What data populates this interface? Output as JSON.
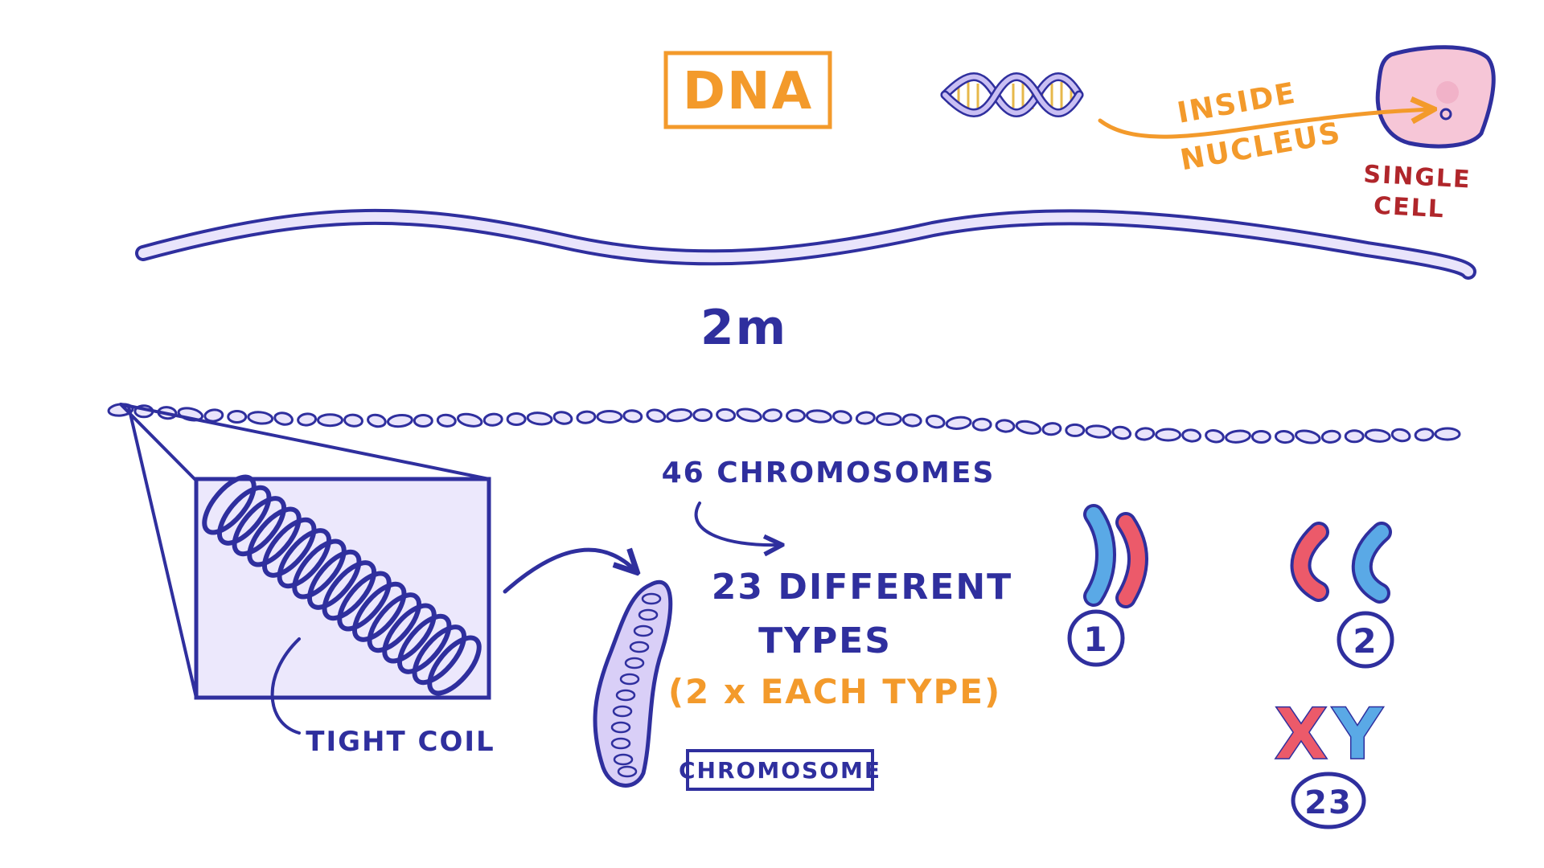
{
  "title": "DNA",
  "labels": {
    "inside_nucleus_1": "INSIDE",
    "inside_nucleus_2": "NUCLEUS",
    "single_cell_1": "SINGLE",
    "single_cell_2": "CELL",
    "length": "2m",
    "chromosome_count": "46 CHROMOSOMES",
    "different_types_1": "23 DIFFERENT",
    "different_types_2": "TYPES",
    "each_type": "(2 x EACH TYPE)",
    "tight_coil": "TIGHT COIL",
    "chromosome_box": "CHROMOSOME"
  },
  "pairs": [
    {
      "number": "1"
    },
    {
      "number": "2"
    },
    {
      "number": "23",
      "letters": [
        "X",
        "Y"
      ]
    }
  ],
  "colors": {
    "ink": "#2f2f9e",
    "accent_orange": "#f39a2b",
    "dark_red": "#b0262b",
    "lavender": "#e9e4fb",
    "cell_pink": "#f6c6d7",
    "chromo_blue": "#5aa9e6",
    "chromo_red": "#ec5a6a"
  }
}
